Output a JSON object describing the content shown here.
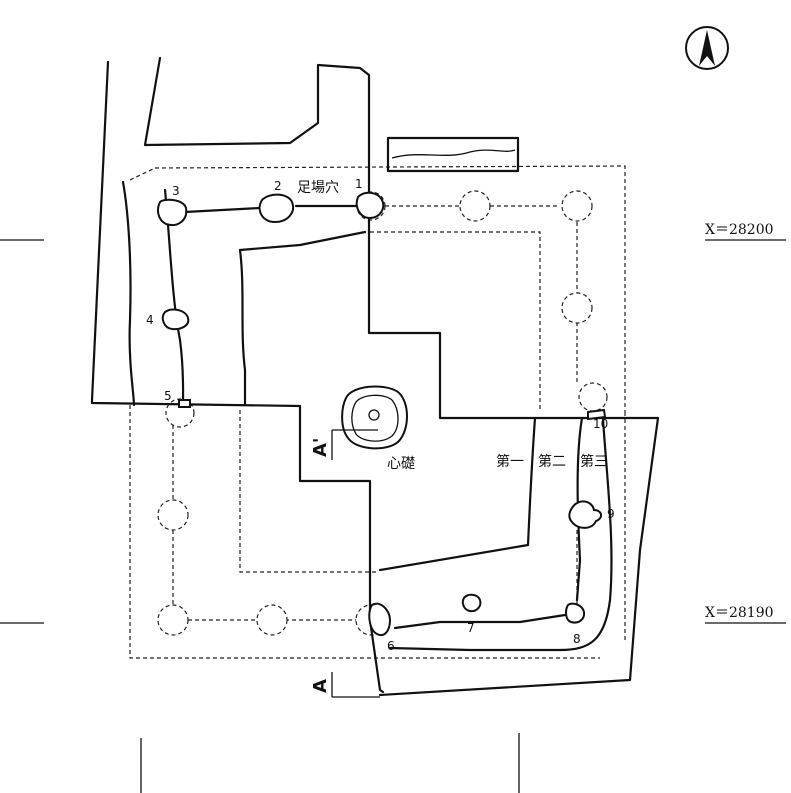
{
  "labels": {
    "scaffold_hole": "足場穴",
    "central_stone": "心礎",
    "gutter_1": "第一",
    "gutter_2": "第二",
    "gutter_3": "第三",
    "section_a": "A",
    "section_a_prime": "A'"
  },
  "coordinates": {
    "upper": "X＝28200",
    "lower": "X＝28190"
  },
  "post_numbers": [
    "1",
    "2",
    "3",
    "4",
    "5",
    "6",
    "7",
    "8",
    "9",
    "10"
  ]
}
